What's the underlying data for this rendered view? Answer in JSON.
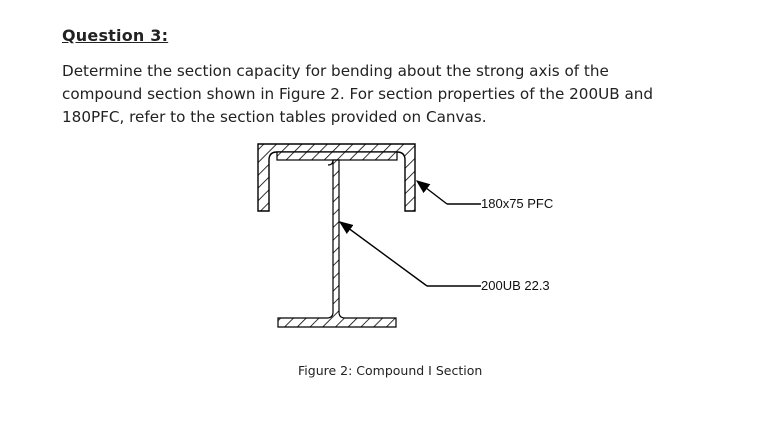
{
  "question": {
    "title": "Question 3:",
    "lines": [
      "Determine the section capacity for bending about the strong axis of the",
      "compound section shown in Figure 2.  For section properties of the 200UB and",
      "180PFC, refer to the section tables provided on Canvas."
    ]
  },
  "figure": {
    "labels": {
      "pfc": "180x75 PFC",
      "ub": "200UB 22.3"
    },
    "caption": "Figure 2: Compound I Section",
    "line_color": "#000000"
  }
}
